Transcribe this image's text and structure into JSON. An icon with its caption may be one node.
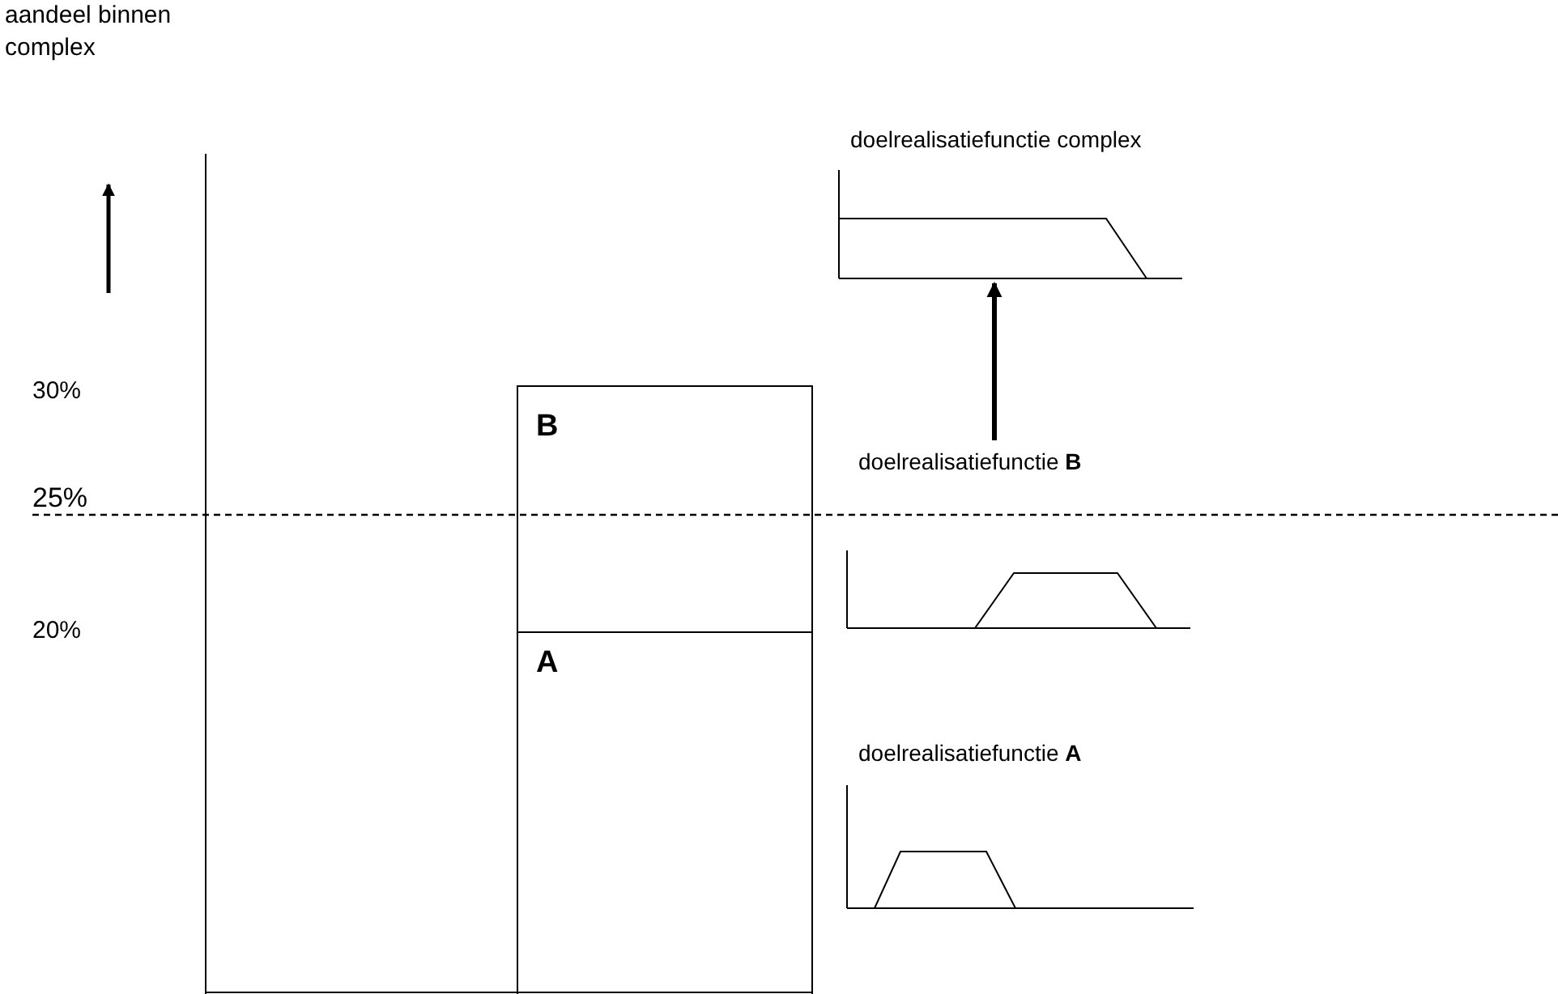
{
  "diagram": {
    "nodes": [
      {
        "text": [
          "B"
        ]
      },
      {
        "text": [
          "A"
        ]
      },
      {
        "text": [
          "doelrealisatiefunctie complex"
        ]
      },
      {
        "text": [
          "doelrealisatiefunctie **B**"
        ]
      },
      {
        "text": [
          "doelrealisatiefunctie **A**"
        ]
      }
    ],
    "edges": [
      {
        "from": 3,
        "to": 2,
        "arrow": "to"
      }
    ],
    "labels": [
      "aandeel binnen complex",
      "30%",
      "25%",
      "20%"
    ]
  }
}
